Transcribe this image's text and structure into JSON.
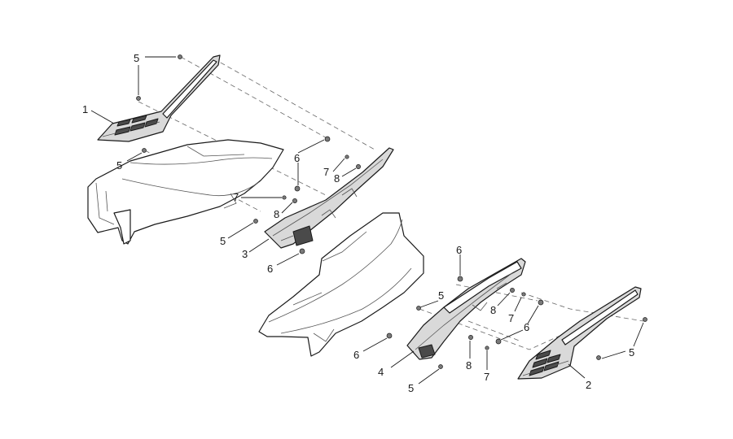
{
  "diagram": {
    "callouts": [
      {
        "id": "c1",
        "text": "1"
      },
      {
        "id": "c2",
        "text": "2"
      },
      {
        "id": "c3",
        "text": "3"
      },
      {
        "id": "c4",
        "text": "4"
      },
      {
        "id": "c5a",
        "text": "5"
      },
      {
        "id": "c5b",
        "text": "5"
      },
      {
        "id": "c5c",
        "text": "5"
      },
      {
        "id": "c5d",
        "text": "5"
      },
      {
        "id": "c5e",
        "text": "5"
      },
      {
        "id": "c5f",
        "text": "5"
      },
      {
        "id": "c6a",
        "text": "6"
      },
      {
        "id": "c6b",
        "text": "6"
      },
      {
        "id": "c6c",
        "text": "6"
      },
      {
        "id": "c6d",
        "text": "6"
      },
      {
        "id": "c6e",
        "text": "6"
      },
      {
        "id": "c7a",
        "text": "7"
      },
      {
        "id": "c7b",
        "text": "7"
      },
      {
        "id": "c7c",
        "text": "7"
      },
      {
        "id": "c7d",
        "text": "7"
      },
      {
        "id": "c8a",
        "text": "8"
      },
      {
        "id": "c8b",
        "text": "8"
      },
      {
        "id": "c8c",
        "text": "8"
      },
      {
        "id": "c8d",
        "text": "8"
      }
    ]
  }
}
